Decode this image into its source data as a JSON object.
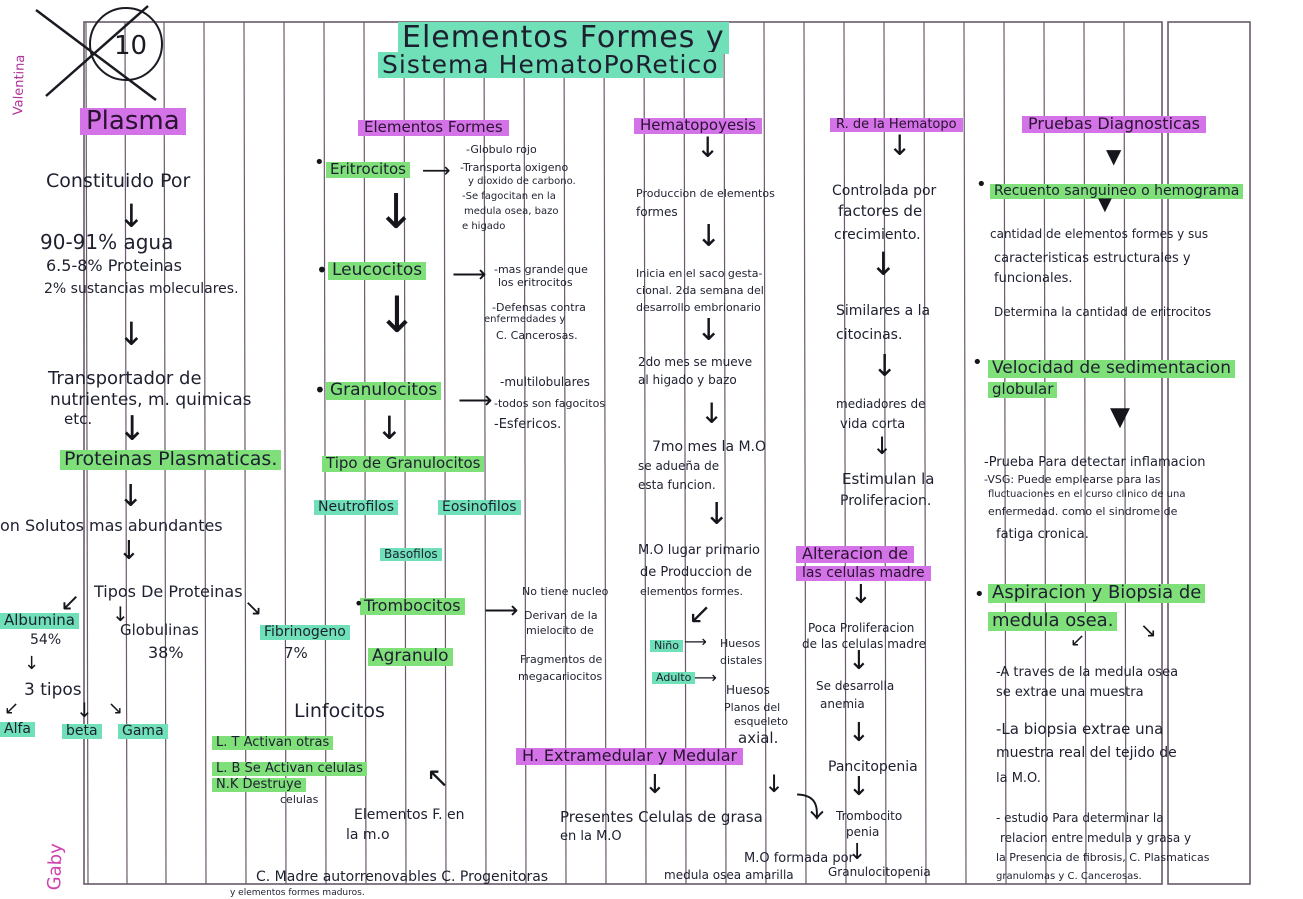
{
  "title_lines": [
    "Elementos Formes y",
    "Sistema HematoPoRetico"
  ],
  "grade_mark": "10",
  "corner_signature": "Valentina",
  "bottom_signature": "Gaby",
  "colors": {
    "purple": "#d472e8",
    "green": "#7fe07a",
    "teal": "#6fe0b8",
    "ink": "#1e2030",
    "rule": "#6a5a6a"
  },
  "texts": [
    {
      "id": "plasma-heading",
      "text": "Plasma",
      "hl": "hp"
    },
    {
      "id": "constituido",
      "text": "Constituido Por"
    },
    {
      "id": "agua",
      "text": "90-91% agua"
    },
    {
      "id": "proteinas-pct",
      "text": "6.5-8% Proteinas"
    },
    {
      "id": "sustancias",
      "text": "2% sustancias moleculares."
    },
    {
      "id": "transportador-1",
      "text": "Transportador de"
    },
    {
      "id": "transportador-2",
      "text": "nutrientes, m. quimicas"
    },
    {
      "id": "transportador-3",
      "text": "etc."
    },
    {
      "id": "proteinas-plasmaticas",
      "text": "Proteinas Plasmaticas.",
      "hl": "hg"
    },
    {
      "id": "solutos",
      "text": "on Solutos mas abundantes"
    },
    {
      "id": "tipos-proteinas",
      "text": "Tipos De Proteinas"
    },
    {
      "id": "albumina",
      "text": "Albumina",
      "hl": "ht"
    },
    {
      "id": "albumina-pct",
      "text": "54%"
    },
    {
      "id": "globulinas",
      "text": "Globulinas"
    },
    {
      "id": "globulinas-pct",
      "text": "38%"
    },
    {
      "id": "fibrinogeno",
      "text": "Fibrinogeno",
      "hl": "ht"
    },
    {
      "id": "fibrinogeno-pct",
      "text": "7%"
    },
    {
      "id": "tres-tipos",
      "text": "3 tipos"
    },
    {
      "id": "alfa",
      "text": "Alfa",
      "hl": "ht"
    },
    {
      "id": "beta",
      "text": "beta",
      "hl": "ht"
    },
    {
      "id": "gama",
      "text": "Gama",
      "hl": "ht"
    },
    {
      "id": "elementos-formes-heading",
      "text": "Elementos Formes",
      "hl": "hp"
    },
    {
      "id": "eritrocitos",
      "text": "Eritrocitos",
      "hl": "hg"
    },
    {
      "id": "eri-1",
      "text": "-Globulo rojo"
    },
    {
      "id": "eri-2",
      "text": "-Transporta oxigeno"
    },
    {
      "id": "eri-3",
      "text": "y dioxido de carbono."
    },
    {
      "id": "eri-4",
      "text": "-Se fagocitan en la"
    },
    {
      "id": "eri-5",
      "text": "medula osea, bazo"
    },
    {
      "id": "eri-6",
      "text": "e higado"
    },
    {
      "id": "leucocitos",
      "text": "Leucocitos",
      "hl": "hg"
    },
    {
      "id": "leu-1",
      "text": "-mas grande que"
    },
    {
      "id": "leu-2",
      "text": "los eritrocitos"
    },
    {
      "id": "leu-3",
      "text": "-Defensas contra"
    },
    {
      "id": "leu-4",
      "text": "enfermedades y"
    },
    {
      "id": "leu-5",
      "text": "C. Cancerosas."
    },
    {
      "id": "granulocitos",
      "text": "Granulocitos",
      "hl": "hg"
    },
    {
      "id": "gra-1",
      "text": "-multilobulares"
    },
    {
      "id": "gra-2",
      "text": "-todos son fagocitos"
    },
    {
      "id": "gra-3",
      "text": "-Esfericos."
    },
    {
      "id": "tipo-granulocitos",
      "text": "Tipo de Granulocitos",
      "hl": "hg"
    },
    {
      "id": "neutrofilos",
      "text": "Neutrofilos",
      "hl": "ht"
    },
    {
      "id": "eosinofilos",
      "text": "Eosinofilos",
      "hl": "ht"
    },
    {
      "id": "basofilos",
      "text": "Basofilos",
      "hl": "ht"
    },
    {
      "id": "trombocitos",
      "text": "Trombocitos",
      "hl": "hg"
    },
    {
      "id": "tro-1",
      "text": "No tiene nucleo"
    },
    {
      "id": "tro-2",
      "text": "Derivan de la"
    },
    {
      "id": "tro-3",
      "text": "mielocito de"
    },
    {
      "id": "tro-4",
      "text": "Fragmentos de"
    },
    {
      "id": "tro-5",
      "text": "megacariocitos"
    },
    {
      "id": "agranulo",
      "text": "Agranulo",
      "hl": "hg"
    },
    {
      "id": "linfocitos",
      "text": "Linfocitos"
    },
    {
      "id": "lt",
      "text": "L. T  Activan otras",
      "hl": "hg"
    },
    {
      "id": "lb",
      "text": "L. B  Se Activan celulas",
      "hl": "hg"
    },
    {
      "id": "nk",
      "text": "N.K  Destruye",
      "hl": "hg"
    },
    {
      "id": "nk-2",
      "text": "celulas"
    },
    {
      "id": "elementos-f-mo",
      "text": "Elementos F. en"
    },
    {
      "id": "elementos-f-mo-2",
      "text": "la m.o"
    },
    {
      "id": "cmadre",
      "text": "C. Madre autorrenovables  C. Progenitoras"
    },
    {
      "id": "cmadre-2",
      "text": "y elementos formes maduros."
    },
    {
      "id": "hematopoyesis-heading",
      "text": "Hematopoyesis",
      "hl": "hp"
    },
    {
      "id": "hem-1",
      "text": "Produccion de elementos"
    },
    {
      "id": "hem-2",
      "text": "formes"
    },
    {
      "id": "hem-3",
      "text": "Inicia en el saco gesta-"
    },
    {
      "id": "hem-4",
      "text": "cional. 2da semana del"
    },
    {
      "id": "hem-5",
      "text": "desarrollo embrionario"
    },
    {
      "id": "hem-6",
      "text": "2do mes se mueve"
    },
    {
      "id": "hem-7",
      "text": "al higado y bazo"
    },
    {
      "id": "hem-8",
      "text": "7mo mes la M.O"
    },
    {
      "id": "hem-9",
      "text": "se adueña de"
    },
    {
      "id": "hem-10",
      "text": "esta funcion."
    },
    {
      "id": "hem-11",
      "text": "M.O lugar primario"
    },
    {
      "id": "hem-12",
      "text": "de Produccion de"
    },
    {
      "id": "hem-13",
      "text": "elementos formes."
    },
    {
      "id": "nino",
      "text": "Niño",
      "hl": "ht"
    },
    {
      "id": "nino-2",
      "text": "Huesos"
    },
    {
      "id": "nino-3",
      "text": "distales"
    },
    {
      "id": "adulto",
      "text": "Adulto",
      "hl": "ht"
    },
    {
      "id": "adulto-2",
      "text": "Huesos"
    },
    {
      "id": "adulto-3",
      "text": "Planos del"
    },
    {
      "id": "adulto-4",
      "text": "esqueleto"
    },
    {
      "id": "adulto-5",
      "text": "axial."
    },
    {
      "id": "extramedular",
      "text": "H. Extramedular y Medular",
      "hl": "hp"
    },
    {
      "id": "ext-1",
      "text": "Presentes Celulas de grasa"
    },
    {
      "id": "ext-2",
      "text": "en la M.O"
    },
    {
      "id": "ext-3",
      "text": "M.O formada por"
    },
    {
      "id": "ext-4",
      "text": "medula osea amarilla"
    },
    {
      "id": "regulacion-heading",
      "text": "R. de la Hematopo",
      "hl": "hp"
    },
    {
      "id": "reg-1",
      "text": "Controlada por"
    },
    {
      "id": "reg-2",
      "text": "factores de"
    },
    {
      "id": "reg-3",
      "text": "crecimiento."
    },
    {
      "id": "reg-4",
      "text": "Similares a la"
    },
    {
      "id": "reg-5",
      "text": "citocinas."
    },
    {
      "id": "reg-6",
      "text": "mediadores de"
    },
    {
      "id": "reg-7",
      "text": "vida corta"
    },
    {
      "id": "reg-8",
      "text": "Estimulan la"
    },
    {
      "id": "reg-9",
      "text": "Proliferacion."
    },
    {
      "id": "alteracion",
      "text": "Alteracion de",
      "hl": "hp"
    },
    {
      "id": "alteracion-2",
      "text": "las celulas madre",
      "hl": "hp"
    },
    {
      "id": "alt-1",
      "text": "Poca Proliferacion"
    },
    {
      "id": "alt-2",
      "text": "de las celulas madre"
    },
    {
      "id": "alt-3",
      "text": "Se desarrolla"
    },
    {
      "id": "alt-4",
      "text": "anemia"
    },
    {
      "id": "alt-5",
      "text": "Pancitopenia"
    },
    {
      "id": "alt-6",
      "text": "Trombocito"
    },
    {
      "id": "alt-7",
      "text": "penia"
    },
    {
      "id": "alt-8",
      "text": "Granulocitopenia"
    },
    {
      "id": "pruebas-heading",
      "text": "Pruebas Diagnosticas",
      "hl": "hp"
    },
    {
      "id": "recuento",
      "text": "Recuento sanguineo o hemograma",
      "hl": "hg"
    },
    {
      "id": "rec-1",
      "text": "cantidad de elementos formes y sus"
    },
    {
      "id": "rec-2",
      "text": "caracteristicas estructurales y"
    },
    {
      "id": "rec-3",
      "text": "funcionales."
    },
    {
      "id": "rec-4",
      "text": "Determina la cantidad de eritrocitos"
    },
    {
      "id": "velocidad",
      "text": "Velocidad de sedimentacion",
      "hl": "hg"
    },
    {
      "id": "velocidad-2",
      "text": "globular",
      "hl": "hg"
    },
    {
      "id": "vel-1",
      "text": "-Prueba Para detectar inflamacion"
    },
    {
      "id": "vel-2",
      "text": "-VSG: Puede emplearse para las"
    },
    {
      "id": "vel-3",
      "text": "fluctuaciones en el curso clinico de una"
    },
    {
      "id": "vel-4",
      "text": "enfermedad. como el sindrome de"
    },
    {
      "id": "vel-5",
      "text": "fatiga cronica."
    },
    {
      "id": "aspiracion",
      "text": "Aspiracion y Biopsia de",
      "hl": "hg"
    },
    {
      "id": "aspiracion-2",
      "text": "medula osea.",
      "hl": "hg"
    },
    {
      "id": "asp-1",
      "text": "-A traves de la medula osea"
    },
    {
      "id": "asp-2",
      "text": "se extrae una muestra"
    },
    {
      "id": "asp-3",
      "text": "-La biopsia extrae una"
    },
    {
      "id": "asp-4",
      "text": "muestra real del tejido de"
    },
    {
      "id": "asp-5",
      "text": "la M.O."
    },
    {
      "id": "asp-6",
      "text": "- estudio Para determinar la"
    },
    {
      "id": "asp-7",
      "text": "relacion entre medula y grasa y"
    },
    {
      "id": "asp-8",
      "text": "la Presencia de fibrosis, C. Plasmaticas"
    },
    {
      "id": "asp-9",
      "text": "granulomas y C. Cancerosas."
    }
  ]
}
